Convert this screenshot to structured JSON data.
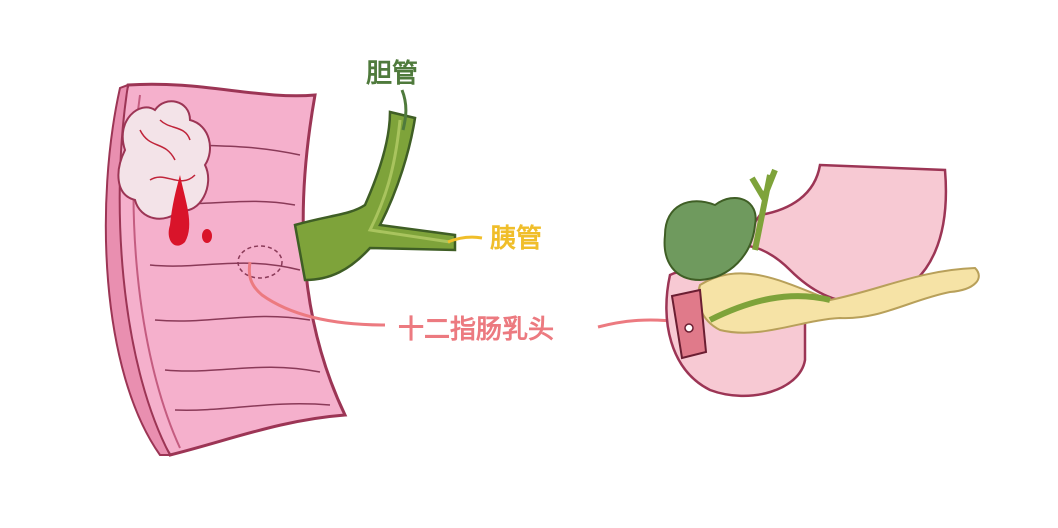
{
  "labels": {
    "bile_duct": "胆管",
    "pancreatic_duct": "胰管",
    "duodenal_papilla": "十二指肠乳头"
  },
  "colors": {
    "bile_duct_label": "#4f7a3c",
    "pancreatic_duct_label": "#f0be2a",
    "papilla_label": "#ec7a80",
    "duodenum": "#f5b0cc",
    "duct_green": "#7ea33a",
    "pancreas": "#f6e3a6",
    "stomach": "#f7c9d3",
    "gallbladder": "#6f9a5e",
    "blood": "#d9142a"
  }
}
